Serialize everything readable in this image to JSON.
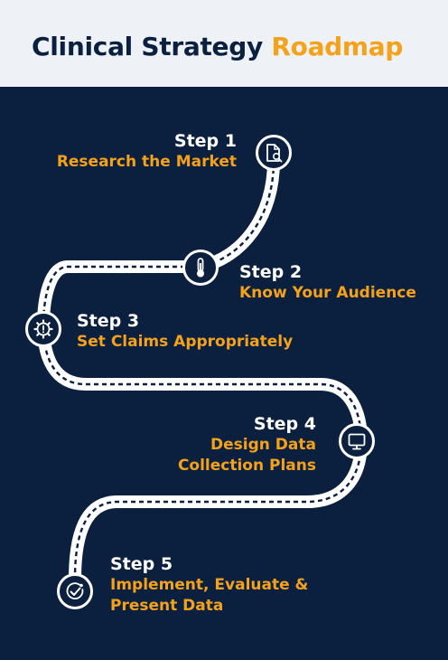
{
  "header": {
    "title_main": "Clinical Strategy",
    "title_accent": "Roadmap"
  },
  "steps": [
    {
      "step": "Step 1",
      "label_lines": [
        "Research the Market"
      ],
      "icon": "document-search-icon"
    },
    {
      "step": "Step 2",
      "label_lines": [
        "Know Your Audience"
      ],
      "icon": "thermometer-icon"
    },
    {
      "step": "Step 3",
      "label_lines": [
        "Set Claims Appropriately"
      ],
      "icon": "gear-alert-icon"
    },
    {
      "step": "Step 4",
      "label_lines": [
        "Design Data",
        "Collection Plans"
      ],
      "icon": "monitor-icon"
    },
    {
      "step": "Step 5",
      "label_lines": [
        "Implement, Evaluate &",
        "Present Data"
      ],
      "icon": "check-target-icon"
    }
  ],
  "colors": {
    "navy": "#0b1f3f",
    "accent": "#f5a21b",
    "header_bg": "#eef1f6",
    "white": "#ffffff"
  }
}
